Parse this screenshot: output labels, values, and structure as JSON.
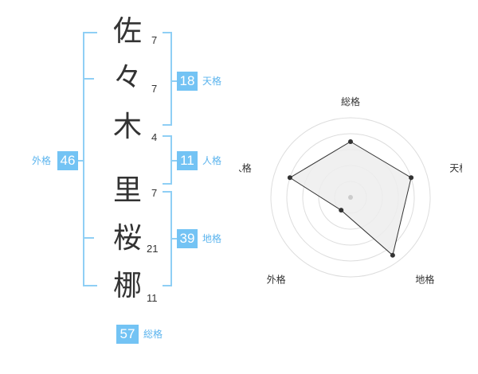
{
  "name": {
    "chars": [
      {
        "char": "佐",
        "strokes": "7"
      },
      {
        "char": "々",
        "strokes": "7"
      },
      {
        "char": "木",
        "strokes": "4"
      },
      {
        "char": "里",
        "strokes": "7"
      },
      {
        "char": "桜",
        "strokes": "21"
      },
      {
        "char": "梛",
        "strokes": "11"
      }
    ]
  },
  "kakusu": {
    "tenkaku": {
      "label": "天格",
      "value": "18"
    },
    "jinkaku": {
      "label": "人格",
      "value": "11"
    },
    "chikaku": {
      "label": "地格",
      "value": "39"
    },
    "gaikaku": {
      "label": "外格",
      "value": "46"
    },
    "soukaku": {
      "label": "総格",
      "value": "57"
    }
  },
  "chart_data": {
    "type": "radar",
    "axes": [
      "総格",
      "天格",
      "地格",
      "外格",
      "人格"
    ],
    "values": [
      0.7,
      0.8,
      0.9,
      0.2,
      0.8
    ],
    "rings": 5,
    "grid": true,
    "colors": {
      "grid": "#dddddd",
      "fill": "#ededed",
      "line": "#333333",
      "point": "#333333",
      "center": "#cccccc"
    }
  }
}
